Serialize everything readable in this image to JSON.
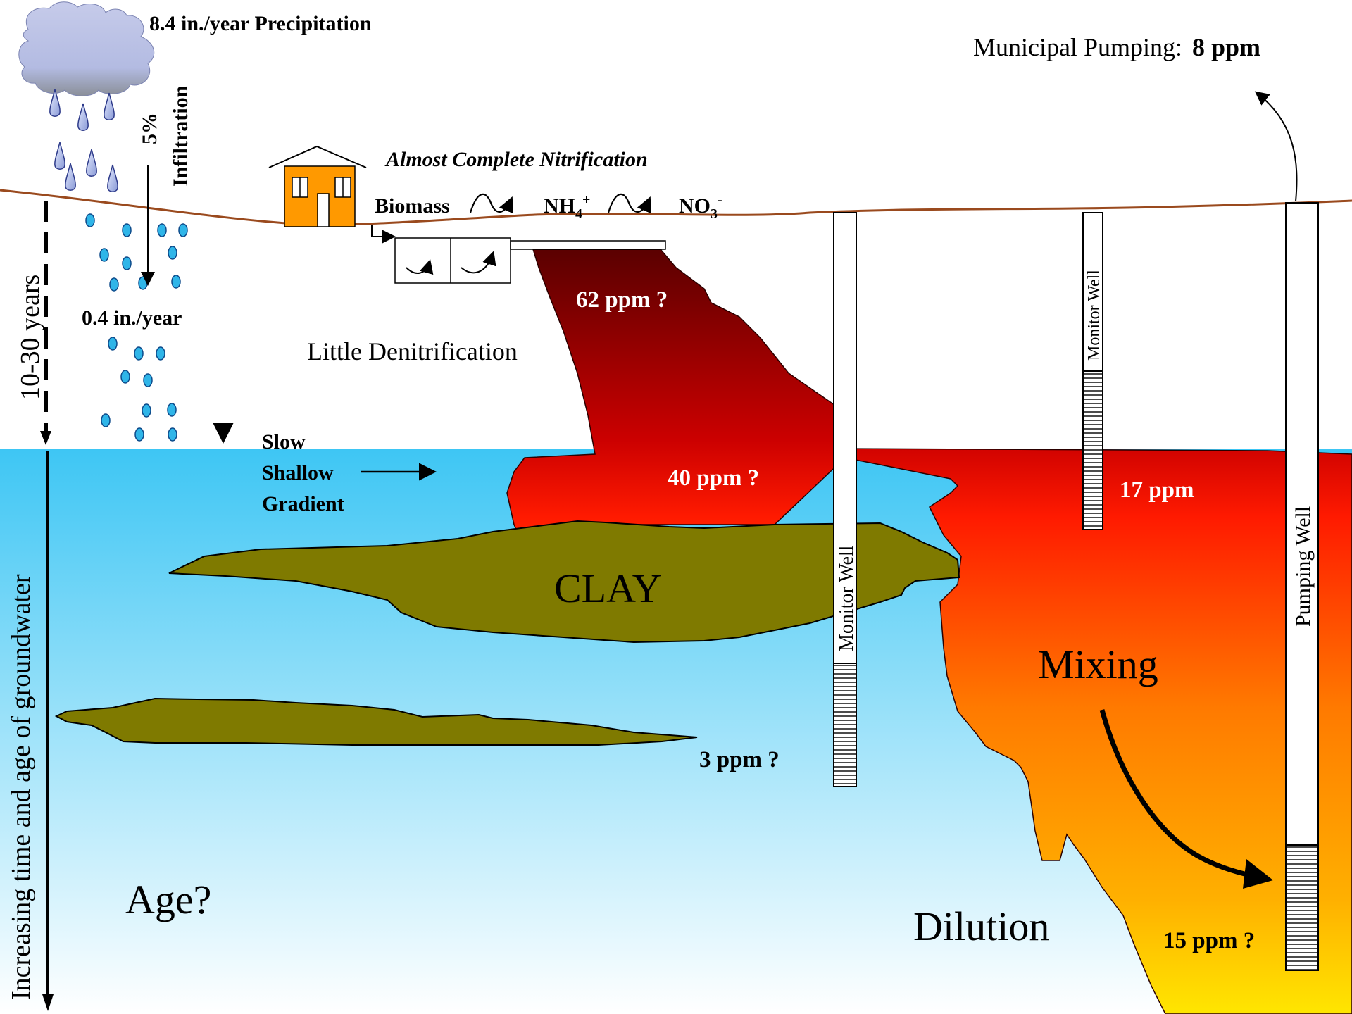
{
  "precipitation": {
    "label": "8.4 in./year Precipitation"
  },
  "infiltration": {
    "percent": "5%",
    "label": "Infiltration",
    "rate": "0.4 in./year"
  },
  "time_axis": {
    "years": "10-30 years",
    "groundwater_age": "Increasing time and age of groundwater"
  },
  "municipal": {
    "label": "Municipal Pumping:",
    "value": "8 ppm"
  },
  "nitrification": {
    "title": "Almost Complete Nitrification",
    "biomass": "Biomass",
    "nh4": "NH",
    "nh4_sub": "4",
    "nh4_sup": "+",
    "no3": "NO",
    "no3_sub": "3",
    "no3_sup": "-"
  },
  "denitrification": "Little Denitrification",
  "gradient": {
    "line1": "Slow",
    "line2": "Shallow",
    "line3": "Gradient"
  },
  "concentrations": {
    "c62": "62 ppm ?",
    "c40": "40 ppm ?",
    "c17": "17 ppm",
    "c3": "3 ppm ?",
    "c15": "15 ppm ?"
  },
  "layers": {
    "clay": "CLAY"
  },
  "processes": {
    "mixing": "Mixing",
    "dilution": "Dilution",
    "age": "Age?"
  },
  "wells": {
    "monitor_1": "Monitor Well",
    "monitor_2": "Monitor Well",
    "pumping": "Pumping Well"
  },
  "colors": {
    "ground_line": "#9a4a1e",
    "water_top": "#3ec6f4",
    "water_bottom": "#ffffff",
    "plume_dark": "#5a0000",
    "plume_red": "#ff1a00",
    "plume_orange": "#ff8c00",
    "plume_yellow": "#ffe600",
    "clay": "#7f7a00",
    "house": "#ff9900",
    "drop": "#2fb5e8"
  }
}
